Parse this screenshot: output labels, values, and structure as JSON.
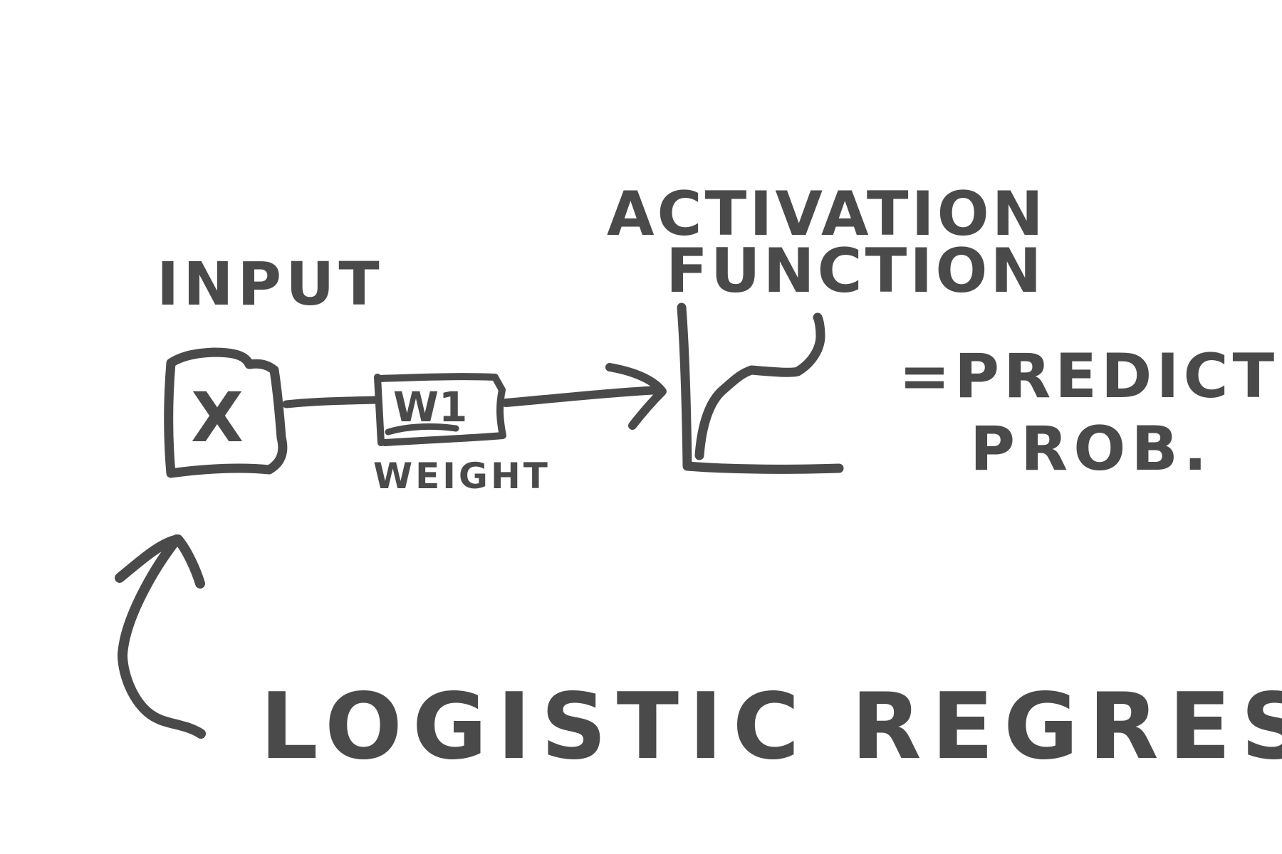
{
  "diagram": {
    "input_label": "INPUT",
    "input_symbol": "X",
    "weight_symbol": "W1",
    "weight_label": "WEIGHT",
    "activation_label_line1": "ACTIVATION",
    "activation_label_line2": "FUNCTION",
    "output_line1": "=PREDICTED",
    "output_line2": "PROB.",
    "title": "LOGISTIC REGRESSION"
  },
  "colors": {
    "ink": "#4a4a4a",
    "background": "#ffffff"
  }
}
